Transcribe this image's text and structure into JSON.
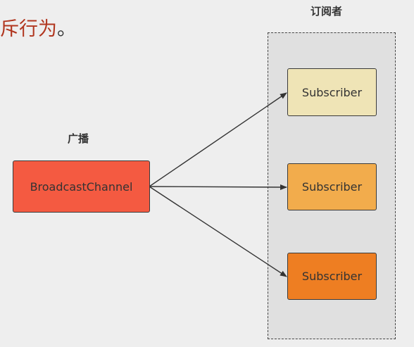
{
  "headline": {
    "text": "斥行为",
    "punct": "。"
  },
  "labels": {
    "broadcast_group": "广播",
    "subscriber_group": "订阅者"
  },
  "broadcast": {
    "label": "BroadcastChannel",
    "color": "#f45a41"
  },
  "subscribers": [
    {
      "label": "Subscriber",
      "color": "#efe4b6"
    },
    {
      "label": "Subscriber",
      "color": "#f2ac4c"
    },
    {
      "label": "Subscriber",
      "color": "#ee7e22"
    }
  ]
}
